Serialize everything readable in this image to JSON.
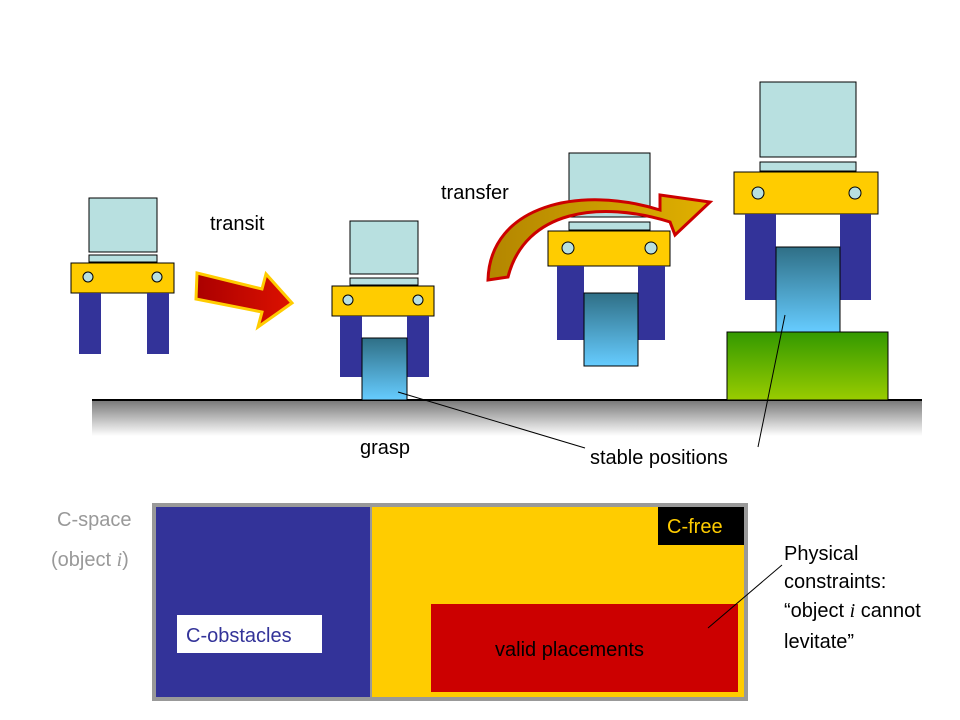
{
  "labels": {
    "transit": "transit",
    "transfer": "transfer",
    "grasp": "grasp",
    "stable_positions": "stable positions"
  },
  "cspace": {
    "label_line1": "C-space",
    "label_line2_prefix": "(object ",
    "label_line2_var": "i",
    "label_line2_suffix": ")",
    "c_free": "C-free",
    "c_obstacles": "C-obstacles",
    "valid_placements": "valid placements"
  },
  "constraints": {
    "line1": "Physical",
    "line2": "constraints:",
    "line3_prefix": "“object ",
    "line3_var": "i",
    "line3_suffix": " cannot",
    "line4": "levitate”"
  },
  "colors": {
    "gripper_body": "#ffcc00",
    "finger": "#333399",
    "head": "#b8e0e0",
    "object_top": "#2f6f86",
    "object_bottom": "#66ccff",
    "transit_arrow": "#cc0000",
    "transfer_arrow": "#cc9900",
    "c_obstacles_region": "#333399",
    "c_free_region": "#ffcc00",
    "valid_placements_region": "#cc0000",
    "support_block_top": "#339900",
    "support_block_bottom": "#99cc00",
    "cspace_label": "#999999"
  }
}
